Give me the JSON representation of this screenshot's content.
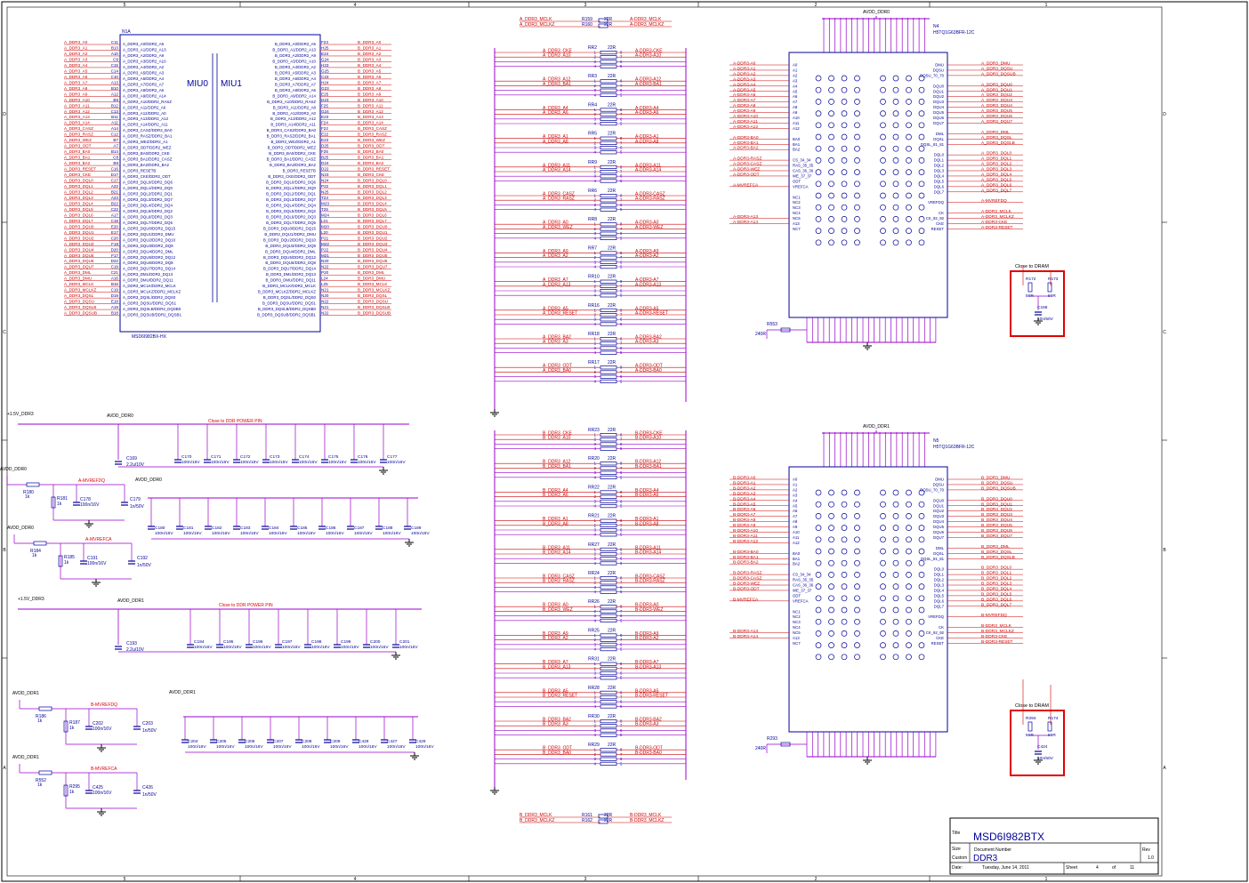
{
  "border": {
    "cols": [
      "5",
      "4",
      "3",
      "2",
      "1"
    ],
    "rows": [
      "D",
      "C",
      "B",
      "A"
    ]
  },
  "miu": {
    "ref": "N1A",
    "part": "MSD6I982BX-HX",
    "label_left": "MIU0",
    "label_right": "MIU1",
    "left_nets": [
      "A_DDR3_A0",
      "A_DDR3_A1",
      "A_DDR3_A2",
      "A_DDR3_A3",
      "A_DDR3_A4",
      "A_DDR3_A5",
      "A_DDR3_A6",
      "A_DDR3_A7",
      "A_DDR3_A8",
      "A_DDR3_A9",
      "A_DDR3_A10",
      "A_DDR3_A11",
      "A_DDR3_A12",
      "A_DDR3_A13",
      "A_DDR3_A14",
      "A_DDR3_CASZ",
      "A_DDR3_RASZ",
      "A_DDR3_WEZ",
      "A_DDR3_ODT",
      "A_DDR3_BA0",
      "A_DDR3_BA1",
      "A_DDR3_BA2",
      "A_DDR3_RESET",
      "A_DDR3_CKE",
      "A_DDR3_DQL0",
      "A_DDR3_DQL1",
      "A_DDR3_DQL2",
      "A_DDR3_DQL3",
      "A_DDR3_DQL4",
      "A_DDR3_DQL5",
      "A_DDR3_DQL6",
      "A_DDR3_DQL7",
      "A_DDR3_DQU0",
      "A_DDR3_DQU1",
      "A_DDR3_DQU2",
      "A_DDR3_DQU3",
      "A_DDR3_DQU4",
      "A_DDR3_DQU5",
      "A_DDR3_DQU6",
      "A_DDR3_DQU7",
      "A_DDR3_DML",
      "A_DDR3_DMU",
      "A_DDR3_MCLK",
      "A_DDR3_MCLKZ",
      "A_DDR3_DQSL",
      "A_DDR3_DQSU",
      "A_DDR3_DQSLB",
      "A_DDR3_DQSUB"
    ],
    "left_pins": [
      "C11",
      "B13",
      "A10",
      "C9",
      "C15",
      "C14",
      "C10",
      "A13",
      "B10",
      "A12",
      "B9",
      "B12",
      "C13",
      "B11",
      "A11",
      "A14",
      "C12",
      "B7",
      "A7",
      "B14",
      "C8",
      "B8",
      "C16",
      "D17",
      "C17",
      "A22",
      "B21",
      "A23",
      "B22",
      "C22",
      "A17",
      "C18",
      "E20",
      "E17",
      "C20",
      "F18",
      "D20",
      "F17",
      "D22",
      "C19",
      "C21",
      "A16",
      "B16",
      "C19",
      "D19",
      "E18",
      "A19",
      "B18"
    ],
    "left_funcs": [
      "A_DDR3_A0/DDR2_A5",
      "A_DDR3_A1/DDR2_A13",
      "A_DDR3_A2/DDR2_A9",
      "A_DDR3_A3/DDR2_A10",
      "A_DDR3_A4/DDR2_A2",
      "A_DDR3_A5/DDR2_A3",
      "A_DDR3_A6/DDR2_A4",
      "A_DDR3_A7/DDR2_A7",
      "A_DDR3_A8/DDR2_A6",
      "A_DDR3_A9/DDR2_A14",
      "A_DDR3_A10/DDR2_RASZ",
      "A_DDR3_A11/DDR2_A6",
      "A_DDR3_A12/DDR2_A0",
      "A_DDR3_A13/DDR2_A12",
      "A_DDR3_A14/DDR2_A11",
      "A_DDR3_CASZ/DDR2_BA0",
      "A_DDR3_RASZ/DDR2_BA1",
      "A_DDR3_WEZ/DDR2_A1",
      "A_DDR3_ODT/DDR2_WEZ",
      "A_DDR3_BA0/DDR2_CKE",
      "A_DDR3_BA1/DDR2_CASZ",
      "A_DDR3_BA2/DDR2_BA2",
      "A_DDR3_RESETB",
      "A_DDR3_CKE/DDR2_ODT",
      "A_DDR3_DQL0/DDR2_DQ6",
      "A_DDR3_DQL1/DDR2_DQ0",
      "A_DDR3_DQL2/DDR2_DQ1",
      "A_DDR3_DQL3/DDR2_DQ7",
      "A_DDR3_DQL4/DDR2_DQ4",
      "A_DDR3_DQL5/DDR2_DQ2",
      "A_DDR3_DQL6/DDR2_DQ3",
      "A_DDR3_DQL7/DDR2_DQ5",
      "A_DDR3_DQU0/DDR2_DQ15",
      "A_DDR3_DQU1/DDR2_DMU",
      "A_DDR3_DQU2/DDR2_DQ10",
      "A_DDR3_DQU3/DDR2_DQ9",
      "A_DDR3_DQU4/DDR2_DML",
      "A_DDR3_DQU5/DDR2_DQ12",
      "A_DDR3_DQU6/DDR2_DQ8",
      "A_DDR3_DQU7/DDR2_DQ14",
      "A_DDR3_DML/DDR2_DQ13",
      "A_DDR3_DMU/DDR2_DQ11",
      "A_DDR3_MCLK/DDR2_MCLK",
      "A_DDR3_MCLKZ/DDR2_MCLKZ",
      "A_DDR3_DQSL/DDR2_DQS0",
      "A_DDR3_DQSU/DDR2_DQS1",
      "A_DDR3_DQSLB/DDR2_DQSB0",
      "A_DDR3_DQSUB/DDR2_DQSB1"
    ],
    "right_funcs": [
      "B_DDR3_A0/DDR2_A5",
      "B_DDR3_A1/DDR2_A13",
      "B_DDR3_A2/DDR2_A9",
      "B_DDR3_A3/DDR2_A10",
      "B_DDR3_A4/DDR2_A2",
      "B_DDR3_A5/DDR2_A3",
      "B_DDR3_A6/DDR2_A4",
      "B_DDR3_A7/DDR2_A7",
      "B_DDR3_A8/DDR2_A6",
      "B_DDR3_A9/DDR2_A14",
      "B_DDR3_A10/DDR2_RASZ",
      "B_DDR3_A11/DDR2_A8",
      "B_DDR3_A12/DDR2_A0",
      "B_DDR3_A13/DDR2_A12",
      "B_DDR3_A14/DDR2_A11",
      "B_DDR3_CASZ/DDR2_BA0",
      "B_DDR3_RASZ/DDR2_BA1",
      "B_DDR3_WEZ/DDR2_A1",
      "B_DDR3_ODT/DDR2_WEZ",
      "B_DDR3_BA0/DDR2_CKE",
      "B_DDR3_BA1/DDR2_CASZ",
      "B_DDR3_BA2/DDR2_BA2",
      "B_DDR3_RESETB",
      "B_DDR3_CKE/DDR2_ODT",
      "B_DDR3_DQL0/DDR2_DQ6",
      "B_DDR3_DQL1/DDR2_DQ0",
      "B_DDR3_DQL2/DDR2_DQ1",
      "B_DDR3_DQL3/DDR2_DQ7",
      "B_DDR3_DQL4/DDR2_DQ4",
      "B_DDR3_DQL5/DDR2_DQ2",
      "B_DDR3_DQL6/DDR2_DQ3",
      "B_DDR3_DQL7/DDR2_DQ5",
      "B_DDR3_DQU0/DDR2_DQ15",
      "B_DDR3_DQU1/DDR2_DMU",
      "B_DDR3_DQU2/DDR2_DQ10",
      "B_DDR3_DQU3/DDR2_DQ9",
      "B_DDR3_DQU4/DDR2_DML",
      "B_DDR3_DQU5/DDR2_DQ12",
      "B_DDR3_DQU6/DDR2_DQ8",
      "B_DDR3_DQU7/DDR2_DQ14",
      "B_DDR3_DML/DDR2_DQ13",
      "B_DDR3_DMU/DDR2_DQ11",
      "B_DDR3_MCLK/DDR2_MCLK",
      "B_DDR3_MCLKZ/DDR2_MCLKZ",
      "B_DDR3_DQSL/DDR2_DQS0",
      "B_DDR3_DQSU/DDR2_DQS1",
      "B_DDR3_DQSLB/DDR2_DQSB0",
      "B_DDR3_DQSUB/DDR2_DQSB1"
    ],
    "right_pins": [
      "F23",
      "H25",
      "E24",
      "G24",
      "H23",
      "G25",
      "C23",
      "H24",
      "G23",
      "E25",
      "D23",
      "F25",
      "G24",
      "E23",
      "F24",
      "F22",
      "E22",
      "E23",
      "D25",
      "F25",
      "B25",
      "D24",
      "D22",
      "N23",
      "N24",
      "P22",
      "N25",
      "T23",
      "M23",
      "T25",
      "M24",
      "L21",
      "M20",
      "L20",
      "P21",
      "M22",
      "P22",
      "M21",
      "N20",
      "N22",
      "P20",
      "L24",
      "L25",
      "N21",
      "N20",
      "N22",
      "N21",
      "N22"
    ],
    "right_nets": [
      "B_DDR3_A0",
      "B_DDR3_A1",
      "B_DDR3_A2",
      "B_DDR3_A3",
      "B_DDR3_A4",
      "B_DDR3_A5",
      "B_DDR3_A6",
      "B_DDR3_A7",
      "B_DDR3_A8",
      "B_DDR3_A9",
      "B_DDR3_A10",
      "B_DDR3_A11",
      "B_DDR3_A12",
      "B_DDR3_A13",
      "B_DDR3_A14",
      "B_DDR3_CASZ",
      "B_DDR3_RASZ",
      "B_DDR3_WEZ",
      "B_DDR3_ODT",
      "B_DDR3_BA0",
      "B_DDR3_BA1",
      "B_DDR3_BA2",
      "B_DDR3_RESET",
      "B_DDR3_CKE",
      "B_DDR3_DQL0",
      "B_DDR3_DQL1",
      "B_DDR3_DQL2",
      "B_DDR3_DQL3",
      "B_DDR3_DQL4",
      "B_DDR3_DQL5",
      "B_DDR3_DQL6",
      "B_DDR3_DQL7",
      "B_DDR3_DQU0",
      "B_DDR3_DQU1",
      "B_DDR3_DQU2",
      "B_DDR3_DQU3",
      "B_DDR3_DQU4",
      "B_DDR3_DQU5",
      "B_DDR3_DQU6",
      "B_DDR3_DQU7",
      "B_DDR3_DML",
      "B_DDR3_DMU",
      "B_DDR3_MCLK",
      "B_DDR3_MCLKZ",
      "B_DDR3_DQSL",
      "B_DDR3_DQSU",
      "B_DDR3_DQSLB",
      "B_DDR3_DQSUB"
    ]
  },
  "clk_top": {
    "left": [
      "A_DDR3_MCLK",
      "A_DDR3_MCLKZ"
    ],
    "refs": [
      "R159",
      "R160"
    ],
    "val": "22R",
    "right": [
      "A-DDR3_MCLK",
      "A-DDR3_MCLKZ"
    ]
  },
  "clk_bot": {
    "left": [
      "B_DDR3_MCLK",
      "B_DDR3_MCLKZ"
    ],
    "refs": [
      "R161",
      "R162"
    ],
    "val": "22R",
    "right": [
      "B-DDR3_MCLK",
      "B-DDR3_MCLKZ"
    ]
  },
  "rpacks_a": [
    {
      "ref": "RR2",
      "l": [
        "A_DDR3_CKE",
        "A_DDR3_A10"
      ],
      "r": [
        "A-DDR3-CKE",
        "A-DDR3-A10"
      ]
    },
    {
      "ref": "RR3",
      "l": [
        "A_DDR3_A12",
        "A_DDR3_BA1"
      ],
      "r": [
        "A-DDR3-A12",
        "A-DDR3-BA1"
      ]
    },
    {
      "ref": "RR4",
      "l": [
        "A_DDR3_A4",
        "A_DDR3_A6"
      ],
      "r": [
        "A-DDR3-A4",
        "A-DDR3-A6"
      ]
    },
    {
      "ref": "RR5",
      "l": [
        "A_DDR3_A1",
        "A_DDR3_A8"
      ],
      "r": [
        "A-DDR3-A1",
        "A-DDR3-A8"
      ]
    },
    {
      "ref": "RR9",
      "l": [
        "A_DDR3_A11",
        "A_DDR3_A14"
      ],
      "r": [
        "A-DDR3-A11",
        "A-DDR3-A14"
      ]
    },
    {
      "ref": "RR6",
      "l": [
        "A_DDR3_CASZ",
        "A_DDR3_RASZ"
      ],
      "r": [
        "A-DDR3-CASZ",
        "A-DDR3-RASZ"
      ]
    },
    {
      "ref": "RR8",
      "l": [
        "A_DDR3_A0",
        "A_DDR3_WEZ"
      ],
      "r": [
        "A-DDR3-A0",
        "A-DDR3-WEZ"
      ]
    },
    {
      "ref": "RR7",
      "l": [
        "A_DDR3_A9",
        "A_DDR3_A2"
      ],
      "r": [
        "A-DDR3-A9",
        "A-DDR3-A2"
      ]
    },
    {
      "ref": "RR10",
      "l": [
        "A_DDR3_A7",
        "A_DDR3_A13"
      ],
      "r": [
        "A-DDR3-A7",
        "A-DDR3-A13"
      ]
    },
    {
      "ref": "RR16",
      "l": [
        "A_DDR3_A5",
        "A_DDR3_RESET"
      ],
      "r": [
        "A-DDR3-A5",
        "A-DDR3-RESET"
      ]
    },
    {
      "ref": "RR18",
      "l": [
        "A_DDR3_BA2",
        "A_DDR3_A3"
      ],
      "r": [
        "A-DDR3-BA2",
        "A-DDR3-A3"
      ]
    },
    {
      "ref": "RR17",
      "l": [
        "A_DDR3_ODT",
        "A_DDR3_BA0"
      ],
      "r": [
        "A-DDR3-ODT",
        "A-DDR3-BA0"
      ]
    }
  ],
  "rpacks_b": [
    {
      "ref": "RR23",
      "l": [
        "B_DDR3_CKE",
        "B_DDR3_A10"
      ],
      "r": [
        "B-DDR3-CKE",
        "B-DDR3-A10"
      ]
    },
    {
      "ref": "RR20",
      "l": [
        "B_DDR3_A12",
        "B_DDR3_BA1"
      ],
      "r": [
        "B-DDR3-A12",
        "B-DDR3-BA1"
      ]
    },
    {
      "ref": "RR22",
      "l": [
        "B_DDR3_A4",
        "B_DDR3_A6"
      ],
      "r": [
        "B-DDR3-A4",
        "B-DDR3-A6"
      ]
    },
    {
      "ref": "RR21",
      "l": [
        "B_DDR3_A1",
        "B_DDR3_A8"
      ],
      "r": [
        "B-DDR3-A1",
        "B-DDR3-A8"
      ]
    },
    {
      "ref": "RR27",
      "l": [
        "B_DDR3_A11",
        "B_DDR3_A14"
      ],
      "r": [
        "B-DDR3-A11",
        "B-DDR3-A14"
      ]
    },
    {
      "ref": "RR24",
      "l": [
        "B_DDR3_CASZ",
        "B_DDR3_RASZ"
      ],
      "r": [
        "B-DDR3-CASZ",
        "B-DDR3-RASZ"
      ]
    },
    {
      "ref": "RR26",
      "l": [
        "B_DDR3_A0",
        "B_DDR3_WEZ"
      ],
      "r": [
        "B-DDR3-A0",
        "B-DDR3-WEZ"
      ]
    },
    {
      "ref": "RR25",
      "l": [
        "B_DDR3_A9",
        "B_DDR3_A2"
      ],
      "r": [
        "B-DDR3-A9",
        "B-DDR3-A2"
      ]
    },
    {
      "ref": "RR31",
      "l": [
        "B_DDR3_A7",
        "B_DDR3_A13"
      ],
      "r": [
        "B-DDR3-A7",
        "B-DDR3-A13"
      ]
    },
    {
      "ref": "RR28",
      "l": [
        "B_DDR3_A5",
        "B_DDR3_RESET"
      ],
      "r": [
        "B-DDR3-A5",
        "B-DDR3-RESET"
      ]
    },
    {
      "ref": "RR30",
      "l": [
        "B_DDR3_BA2",
        "B_DDR3_A3"
      ],
      "r": [
        "B-DDR3-BA2",
        "B-DDR3-A3"
      ]
    },
    {
      "ref": "RR29",
      "l": [
        "B_DDR3_ODT",
        "B_DDR3_BA0"
      ],
      "r": [
        "B-DDR3-ODT",
        "B-DDR3-BA0"
      ]
    }
  ],
  "rpack_val": "22R",
  "rpack_pins_l": [
    "1",
    "2",
    "3",
    "4"
  ],
  "rpack_pins_r": [
    "8",
    "7",
    "6",
    "5"
  ],
  "dram_top": {
    "power": "AVDD_DDR0",
    "ref": "N4",
    "part": "H5TQ1G63BFR-12C",
    "left_nets": [
      "A-DDR3-A0",
      "A-DDR3-A1",
      "A-DDR3-A2",
      "A-DDR3-A3",
      "A-DDR3-A4",
      "A-DDR3-A5",
      "A-DDR3-A6",
      "A-DDR3-A7",
      "A-DDR3-A8",
      "A-DDR3-A9",
      "A-DDR3-A10",
      "A-DDR3-A11",
      "A-DDR3-A12",
      "",
      "A-DDR3-BA0",
      "A-DDR3-BA1",
      "A-DDR3-BA2",
      "",
      "A-DDR3-RASZ",
      "A-DDR3-CASZ",
      "A-DDR3-WEZ",
      "A-DDR3-ODT",
      "",
      "A-MVREFCA",
      "",
      "",
      "",
      "",
      "",
      "A-DDR3-A13",
      "A-DDR3-A14"
    ],
    "right_nets": [
      "A_DDR3_DMU",
      "A_DDR3_DQSU",
      "A_DDR3_DQSUB",
      "",
      "A_DDR3_DQU0",
      "A_DDR3_DQU1",
      "A_DDR3_DQU2",
      "A_DDR3_DQU3",
      "A_DDR3_DQU4",
      "A_DDR3_DQU5",
      "A_DDR3_DQU6",
      "A_DDR3_DQU7",
      "",
      "A_DDR3_DML",
      "A_DDR3_DQSL",
      "A_DDR3_DQSLB",
      "",
      "A_DDR3_DQL0",
      "A_DDR3_DQL1",
      "A_DDR3_DQL2",
      "A_DDR3_DQL3",
      "A_DDR3_DQL4",
      "A_DDR3_DQL5",
      "A_DDR3_DQL6",
      "A_DDR3_DQL7",
      "",
      "A-MVREFDQ",
      "",
      "A-DDR3_MCLK",
      "A-DDR3_MCLKZ",
      "A-DDR3-CKE",
      "A-DDR3-RESET"
    ],
    "zq_res": "R553",
    "zq_val": "240R",
    "close": "Close to DRAM",
    "term": {
      "r1": "R172",
      "r1v": "56R",
      "r2": "R173",
      "r2v": "56R",
      "c": "C168",
      "cv": "10n/50V"
    }
  },
  "dram_bot": {
    "power": "AVDD_DDR1",
    "ref": "N5",
    "part": "H5TQ1G63BFR-12C",
    "left_nets": [
      "B-DDR3-A0",
      "B-DDR3-A1",
      "B-DDR3-A2",
      "B-DDR3-A3",
      "B-DDR3-A4",
      "B-DDR3-A5",
      "B-DDR3-A6",
      "B-DDR3-A7",
      "B-DDR3-A8",
      "B-DDR3-A9",
      "B-DDR3-A10",
      "B-DDR3-A11",
      "B-DDR3-A12",
      "",
      "B-DDR3-BA0",
      "B-DDR3-BA1",
      "B-DDR3-BA2",
      "",
      "B-DDR3-RASZ",
      "B-DDR3-CASZ",
      "B-DDR3-WEZ",
      "B-DDR3-ODT",
      "",
      "B-MVREFCA",
      "",
      "",
      "",
      "",
      "",
      "B-DDR3-A13",
      "B-DDR3-A14"
    ],
    "right_nets": [
      "B_DDR3_DMU",
      "B_DDR3_DQSU",
      "B_DDR3_DQSUB",
      "",
      "B_DDR3_DQU0",
      "B_DDR3_DQU1",
      "B_DDR3_DQU2",
      "B_DDR3_DQU3",
      "B_DDR3_DQU4",
      "B_DDR3_DQU5",
      "B_DDR3_DQU6",
      "B_DDR3_DQU7",
      "",
      "B_DDR3_DML",
      "B_DDR3_DQSL",
      "B_DDR3_DQSLB",
      "",
      "B_DDR3_DQL0",
      "B_DDR3_DQL1",
      "B_DDR3_DQL2",
      "B_DDR3_DQL3",
      "B_DDR3_DQL4",
      "B_DDR3_DQL5",
      "B_DDR3_DQL6",
      "B_DDR3_DQL7",
      "",
      "B-MVREFDQ",
      "",
      "B-DDR3_MCLK",
      "B-DDR3_MCLKZ",
      "B-DDR3-CKE",
      "B-DDR3-RESET"
    ],
    "zq_res": "R293",
    "zq_val": "240R",
    "close": "Close to DRAM",
    "term": {
      "r1": "R294",
      "r1v": "56R",
      "r2": "R174",
      "r2v": "56R",
      "c": "C424",
      "cv": "10n/50V"
    }
  },
  "dram_left_pins": [
    "A0",
    "A1",
    "A2",
    "A3",
    "A4",
    "A5",
    "A6",
    "A7",
    "A8",
    "A9",
    "A10",
    "A11",
    "A12",
    "",
    "BA0",
    "BA1",
    "BA2",
    "",
    "CS_34_34",
    "RAS_35_35",
    "CAS_36_36",
    "WE_37_37",
    "ODT",
    "VREFCA",
    "",
    "NC1",
    "NC2",
    "NC3",
    "NC4",
    "NC5",
    "A13",
    "NC7"
  ],
  "dram_right_pins": [
    "DMU",
    "DQSU",
    "DQSU_70_70",
    "",
    "DQU0",
    "DQU1",
    "DQU2",
    "DQU3",
    "DQU4",
    "DQU5",
    "DQU6",
    "DQU7",
    "",
    "DML",
    "DQSL",
    "DQSL_81_81",
    "",
    "DQL0",
    "DQL1",
    "DQL2",
    "DQL3",
    "DQL4",
    "DQL5",
    "DQL6",
    "DQL7",
    "",
    "VREFDQ",
    "",
    "CK",
    "CK_92_92",
    "CKE",
    "RESET"
  ],
  "power": {
    "supply": "+1.5V_DDR3",
    "avdd0": "AVDD_DDR0",
    "avdd1": "AVDD_DDR1",
    "note": "Close to DDR POWER PIN",
    "c_bulk0": "C169",
    "c_bulk0v": "2.2u/10V",
    "caps0": [
      "C170",
      "C171",
      "C172",
      "C173",
      "C174",
      "C175",
      "C176",
      "C177"
    ],
    "caps0b": [
      "C180",
      "C181",
      "C182",
      "C183",
      "C184",
      "C185",
      "C186",
      "C187",
      "C188",
      "C189"
    ],
    "c_bulk1": "C193",
    "c_bulk1v": "2.2u/10V",
    "caps1": [
      "C194",
      "C195",
      "C196",
      "C197",
      "C198",
      "C199",
      "C200",
      "C201"
    ],
    "caps1b": [
      "C204",
      "C205",
      "C206",
      "C207",
      "C208",
      "C209",
      "C428",
      "C427",
      "C429"
    ],
    "capv": "100n/16V",
    "vref_a_ca": "A-MVREFCA",
    "vref_a_dq": "A-MVREFDQ",
    "vref_b_ca": "B-MVREFCA",
    "vref_b_dq": "B-MVREFDQ",
    "r180": "R180",
    "r181": "R181",
    "c178": "C178",
    "c179": "C179",
    "r184": "R184",
    "r185": "R185",
    "c191": "C191",
    "c192": "C192",
    "r186": "R186",
    "r187": "R187",
    "c202": "C202",
    "c203": "C203",
    "r552": "R552",
    "r295": "R295",
    "c425": "C425",
    "c426": "C426",
    "rv": "1k",
    "cv1": "100n/16V",
    "cv2": "1n/50V"
  },
  "title_block": {
    "title_label": "Title",
    "title": "MSD6I982BTX",
    "size_label": "Size",
    "size": "Custom",
    "doc_label": "Document Number",
    "doc": "DDR3",
    "rev_label": "Rev",
    "rev": "1.0",
    "date_label": "Date:",
    "date": "Tuesday, June 14, 2011",
    "sheet_label": "Sheet",
    "sheet": "4",
    "of_label": "of",
    "of": "11"
  },
  "colors": {
    "net": "#cc0000",
    "part": "#000099",
    "wire": "#9900cc",
    "frame": "#000000",
    "highlight": "#e00000"
  }
}
